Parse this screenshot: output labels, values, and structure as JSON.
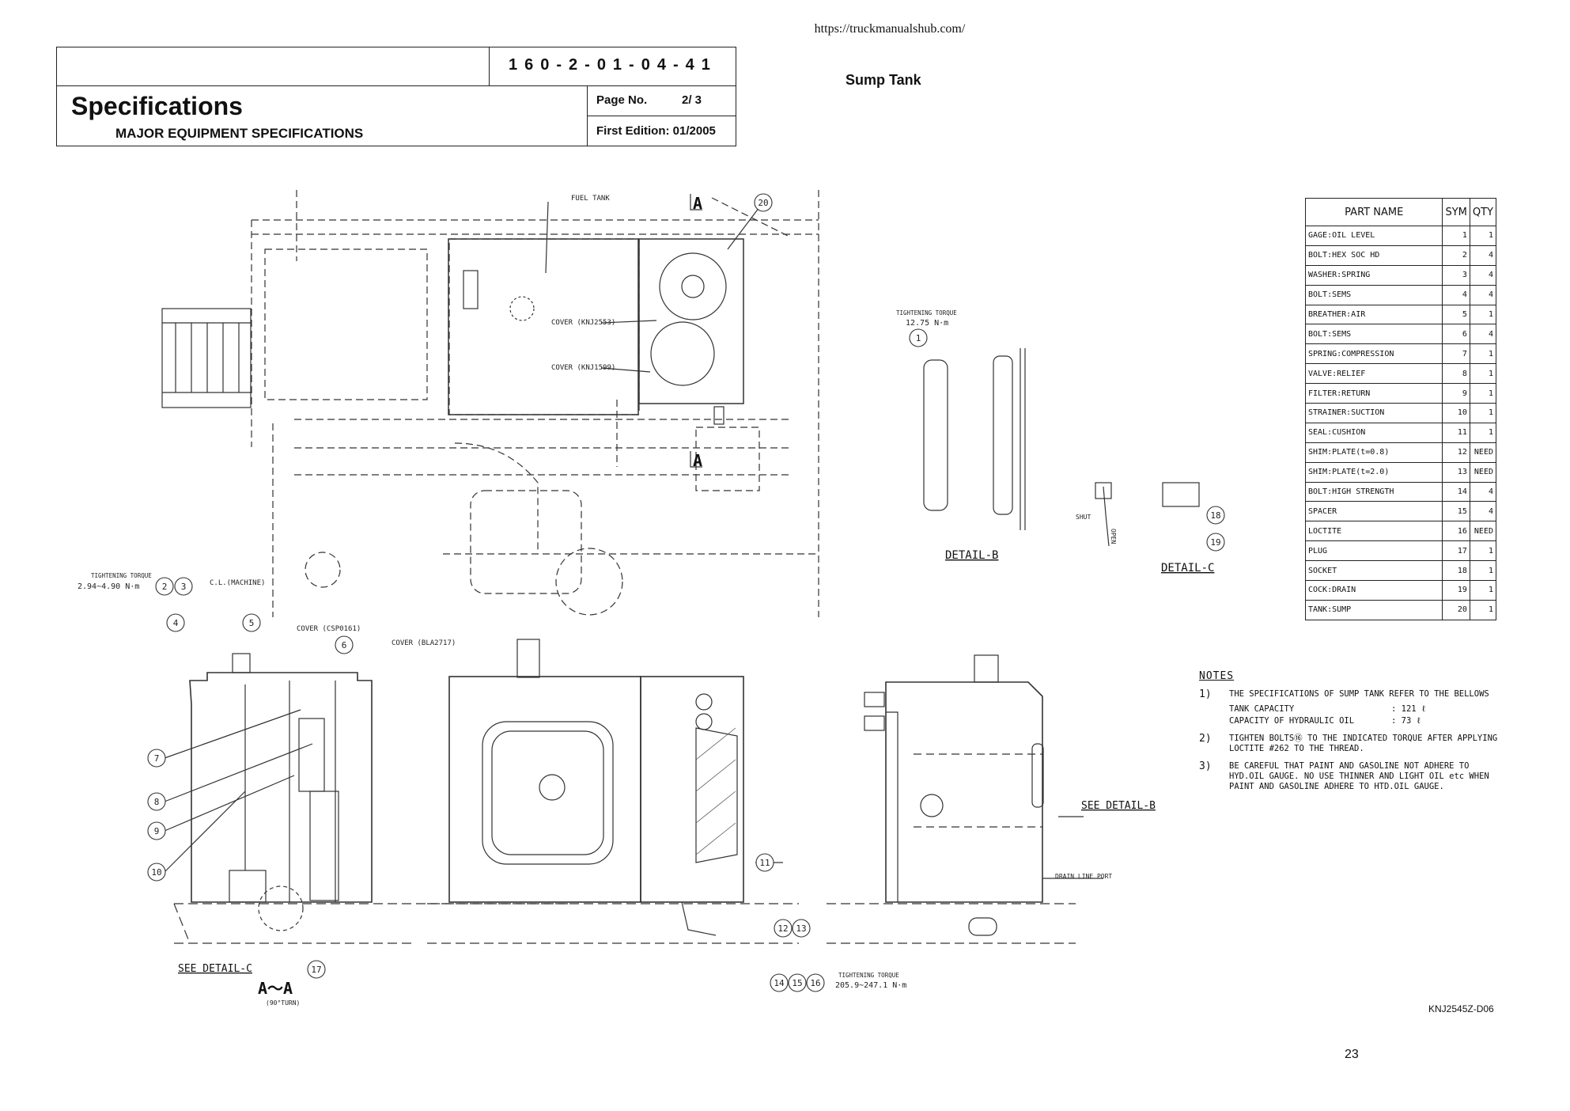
{
  "source_url": "https://truckmanualshub.com/",
  "header": {
    "doc_number": "160-2-01-04-41",
    "title": "Specifications",
    "subtitle": "MAJOR EQUIPMENT SPECIFICATIONS",
    "page_no_label": "Page No.",
    "page_no_value": "2/ 3",
    "first_edition": "First Edition: 01/2005"
  },
  "section_title": "Sump Tank",
  "parts_table": {
    "headers": [
      "PART NAME",
      "SYM",
      "QTY"
    ],
    "rows": [
      [
        "GAGE:OIL LEVEL",
        "1",
        "1"
      ],
      [
        "BOLT:HEX SOC HD",
        "2",
        "4"
      ],
      [
        "WASHER:SPRING",
        "3",
        "4"
      ],
      [
        "BOLT:SEMS",
        "4",
        "4"
      ],
      [
        "BREATHER:AIR",
        "5",
        "1"
      ],
      [
        "BOLT:SEMS",
        "6",
        "4"
      ],
      [
        "SPRING:COMPRESSION",
        "7",
        "1"
      ],
      [
        "VALVE:RELIEF",
        "8",
        "1"
      ],
      [
        "FILTER:RETURN",
        "9",
        "1"
      ],
      [
        "STRAINER:SUCTION",
        "10",
        "1"
      ],
      [
        "SEAL:CUSHION",
        "11",
        "1"
      ],
      [
        "SHIM:PLATE(t=0.8)",
        "12",
        "NEED"
      ],
      [
        "SHIM:PLATE(t=2.0)",
        "13",
        "NEED"
      ],
      [
        "BOLT:HIGH STRENGTH",
        "14",
        "4"
      ],
      [
        "SPACER",
        "15",
        "4"
      ],
      [
        "LOCTITE",
        "16",
        "NEED"
      ],
      [
        "PLUG",
        "17",
        "1"
      ],
      [
        "SOCKET",
        "18",
        "1"
      ],
      [
        "COCK:DRAIN",
        "19",
        "1"
      ],
      [
        "TANK:SUMP",
        "20",
        "1"
      ]
    ]
  },
  "notes": {
    "heading": "NOTES",
    "items": [
      {
        "num": "1)",
        "text": "THE SPECIFICATIONS OF SUMP TANK REFER TO THE BELLOWS"
      },
      {
        "num": "2)",
        "text": "TIGHTEN BOLTS⑯ TO THE INDICATED TORQUE AFTER APPLYING LOCTITE #262 TO THE THREAD."
      },
      {
        "num": "3)",
        "text": "BE CAREFUL THAT PAINT AND GASOLINE NOT ADHERE TO HYD.OIL GAUGE. NO USE THINNER AND LIGHT OIL etc WHEN PAINT AND GASOLINE ADHERE TO HTD.OIL GAUGE."
      }
    ],
    "tank_capacity_label": "TANK CAPACITY",
    "tank_capacity_value": ": 121 ℓ",
    "oil_capacity_label": "CAPACITY OF HYDRAULIC OIL",
    "oil_capacity_value": ": 73 ℓ"
  },
  "drawing_labels": {
    "fuel_tank": "FUEL TANK",
    "cover_1": "COVER (KNJ2553)",
    "cover_2": "COVER (KNJ1599)",
    "cover_3": "COVER (CSP0161)",
    "cover_4": "COVER (BLA2717)",
    "torque_label": "TIGHTENING TORQUE",
    "torque_1": "12.75 N·m",
    "torque_2": "2.94~4.90 N·m",
    "torque_3": "205.9~247.1 N·m",
    "cl_machine": "C.L.(MACHINE)",
    "detail_b": "DETAIL-B",
    "detail_c": "DETAIL-C",
    "see_detail_b": "SEE DETAIL-B",
    "see_detail_c": "SEE DETAIL-C",
    "section_aa": "A～A",
    "turn_90": "(90°TURN)",
    "drain_line_port": "DRAIN LINE PORT",
    "shut": "SHUT",
    "open": "OPEN",
    "section_a": "A"
  },
  "callouts": [
    "1",
    "2",
    "3",
    "4",
    "5",
    "6",
    "7",
    "8",
    "9",
    "10",
    "11",
    "12",
    "13",
    "14",
    "15",
    "16",
    "17",
    "18",
    "19",
    "20"
  ],
  "drawing_code": "KNJ2545Z-D06",
  "page_number": "23"
}
